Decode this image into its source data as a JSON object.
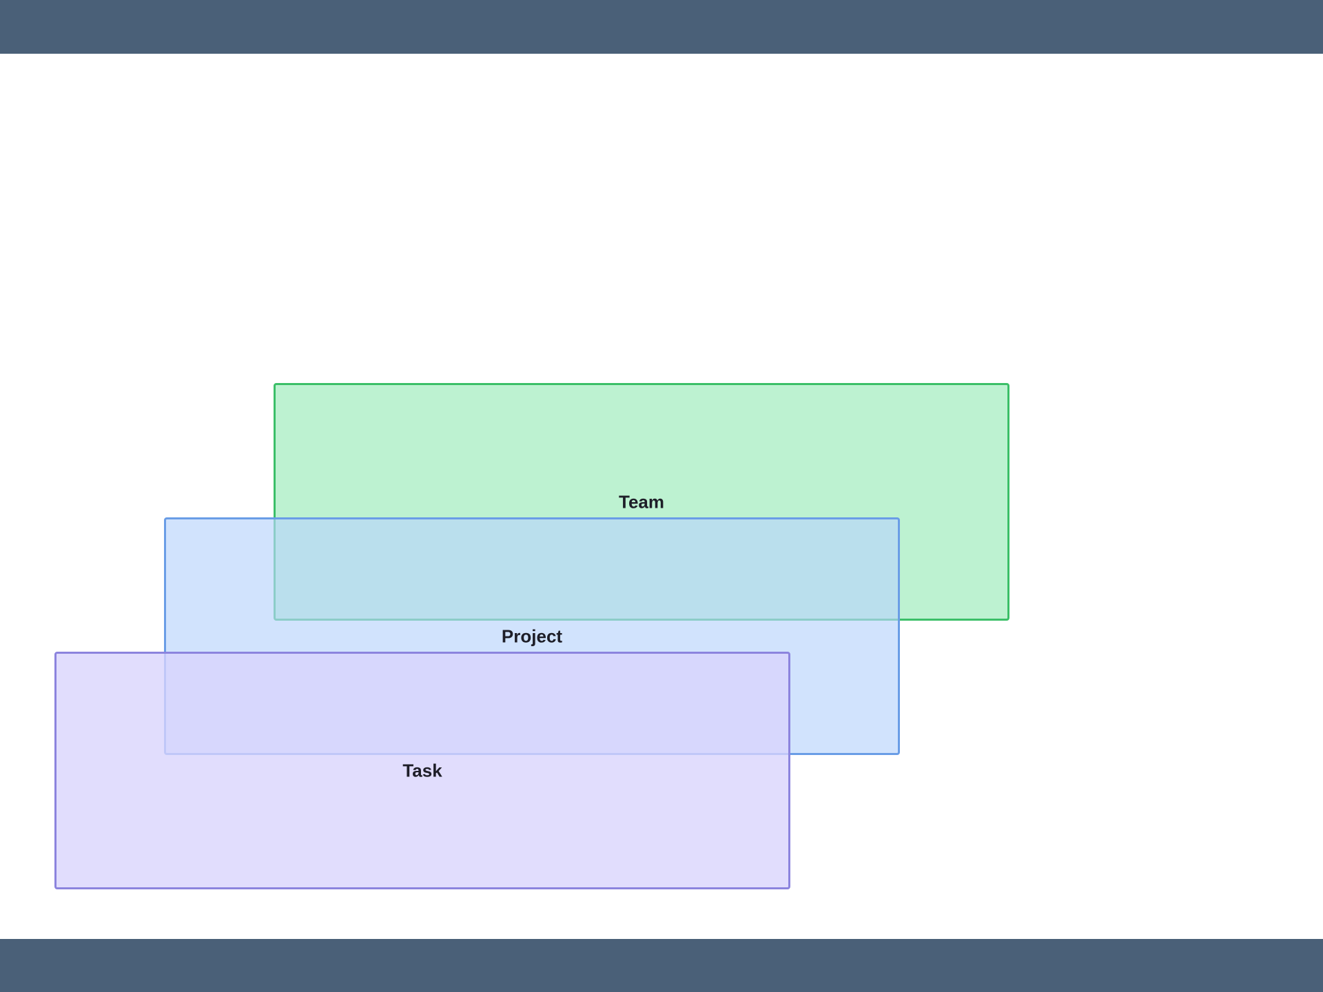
{
  "layers": [
    {
      "id": "team",
      "label": "Team",
      "fill": "rgba(135, 231, 172, 0.55)",
      "stroke": "#3bbf68"
    },
    {
      "id": "project",
      "label": "Project",
      "fill": "rgba(185, 212, 252, 0.65)",
      "stroke": "#6a9de6"
    },
    {
      "id": "task",
      "label": "Task",
      "fill": "rgba(216, 212, 252, 0.78)",
      "stroke": "#8c84de"
    }
  ],
  "colors": {
    "header_bar": "#4a6078",
    "footer_bar": "#4a6078",
    "background": "#ffffff"
  }
}
